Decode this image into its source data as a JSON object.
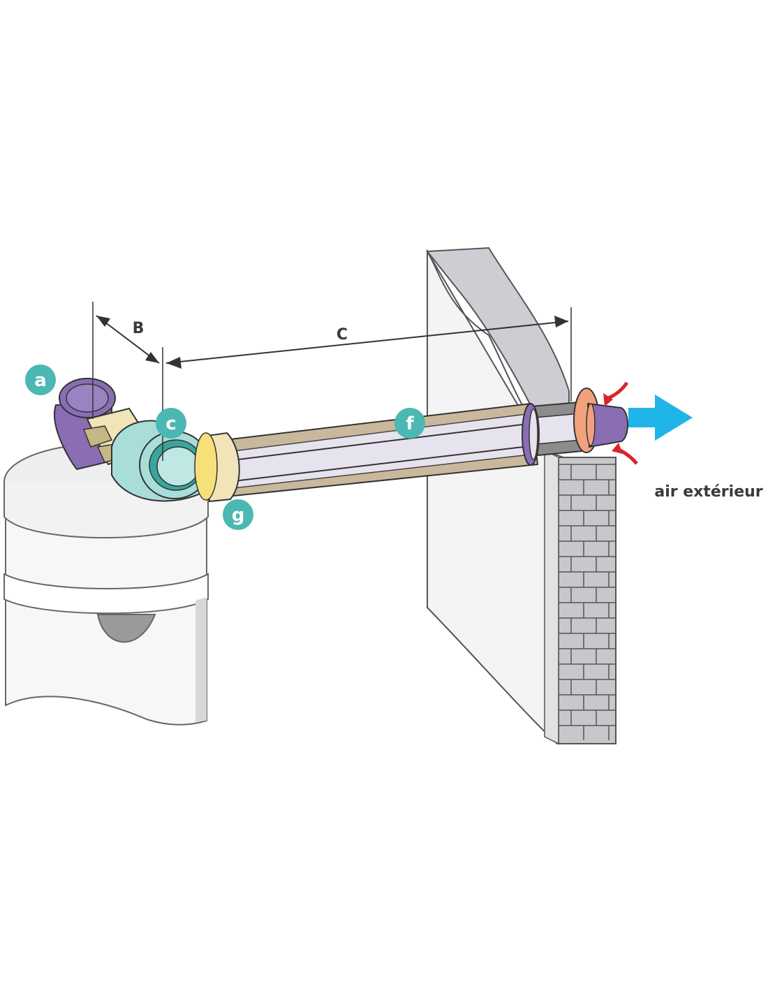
{
  "labels": {
    "a": "a",
    "c": "c",
    "f": "f",
    "g": "g",
    "dim_b": "B",
    "dim_c": "C",
    "outside_air": "air extérieur"
  },
  "colors": {
    "badge": "#4bb8b3",
    "elbow_purple": "#8a6db3",
    "pipe_inner": "#e6e3ee",
    "pipe_sheath": "#c9b89c",
    "collar_cream": "#f1e4b8",
    "elbow_teal": "#a9ddd8",
    "wall_grey": "#cfcdd4",
    "brick": "#c8c7cc",
    "terminal_orange": "#f2a17d",
    "arrow_blue": "#1fb5e9",
    "arrow_red": "#d7262b"
  },
  "icons": {
    "outside_air_arrow": "arrow-right-icon",
    "intake_arrows": "curved-arrow-icon"
  }
}
